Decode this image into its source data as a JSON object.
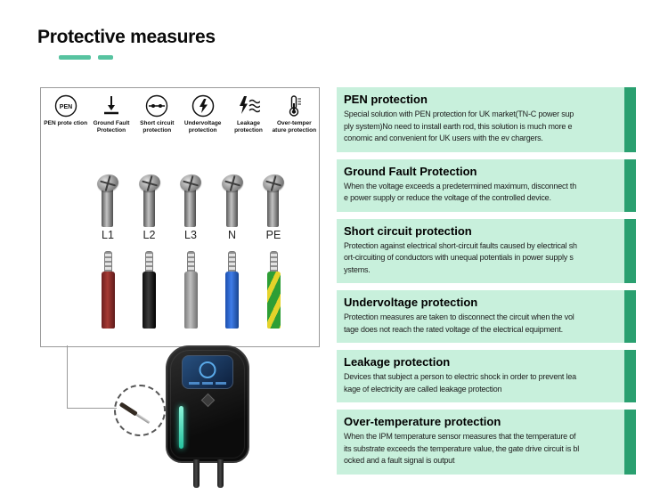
{
  "page": {
    "title": "Protective measures"
  },
  "colors": {
    "accent_green": "#2aa070",
    "section_bg": "#c8f0dc",
    "title_underline": "#57c3a0"
  },
  "diagram": {
    "icons": [
      {
        "icon": "pen-badge",
        "symbol": "PEN",
        "label": "PEN prote ction"
      },
      {
        "icon": "ground-fault-arrow",
        "label": "Ground Fault Protection"
      },
      {
        "icon": "short-circuit-circle",
        "label": "Short circuit protection"
      },
      {
        "icon": "lightning-circle",
        "label": "Undervoltage protection"
      },
      {
        "icon": "lightning-waves",
        "label": "Leakage protection"
      },
      {
        "icon": "thermometer",
        "label": "Over-temper ature protection"
      }
    ],
    "terminals": [
      {
        "label": "L1",
        "wire_color": "#8c2f2f"
      },
      {
        "label": "L2",
        "wire_color": "#1f1f1f"
      },
      {
        "label": "L3",
        "wire_color": "#9c9c9c"
      },
      {
        "label": "N",
        "wire_color": "#2e6fe0"
      },
      {
        "label": "PE",
        "wire_color": "#2e9e35 / #e5d32a"
      }
    ]
  },
  "sections": [
    {
      "title": "PEN protection",
      "lines": [
        "Special solution with PEN protection for UK market(TN-C power sup",
        "ply system)No need to install earth rod, this solution is much more e",
        "conomic and convenient for UK users with the ev chargers."
      ]
    },
    {
      "title": "Ground Fault Protection",
      "lines": [
        "When the voltage exceeds a predetermined maximum, disconnect th",
        "e power supply or reduce the voltage of the controlled device."
      ]
    },
    {
      "title": "Short circuit protection",
      "lines": [
        "Protection against electrical short-circuit faults caused by electrical sh",
        "ort-circuiting of conductors with unequal potentials in power supply s",
        "ystems."
      ]
    },
    {
      "title": "Undervoltage protection",
      "lines": [
        "Protection measures are taken to disconnect the circuit when the vol",
        "tage does not reach the rated voltage of the electrical equipment."
      ]
    },
    {
      "title": "Leakage protection",
      "lines": [
        "Devices that subject a person to electric shock in order to prevent lea",
        "kage of electricity are called leakage protection"
      ]
    },
    {
      "title": "Over-temperature protection",
      "lines": [
        "When the IPM temperature sensor measures that the temperature of",
        "its substrate exceeds the temperature value, the gate drive circuit is bl",
        "ocked and a fault signal is output"
      ]
    }
  ]
}
